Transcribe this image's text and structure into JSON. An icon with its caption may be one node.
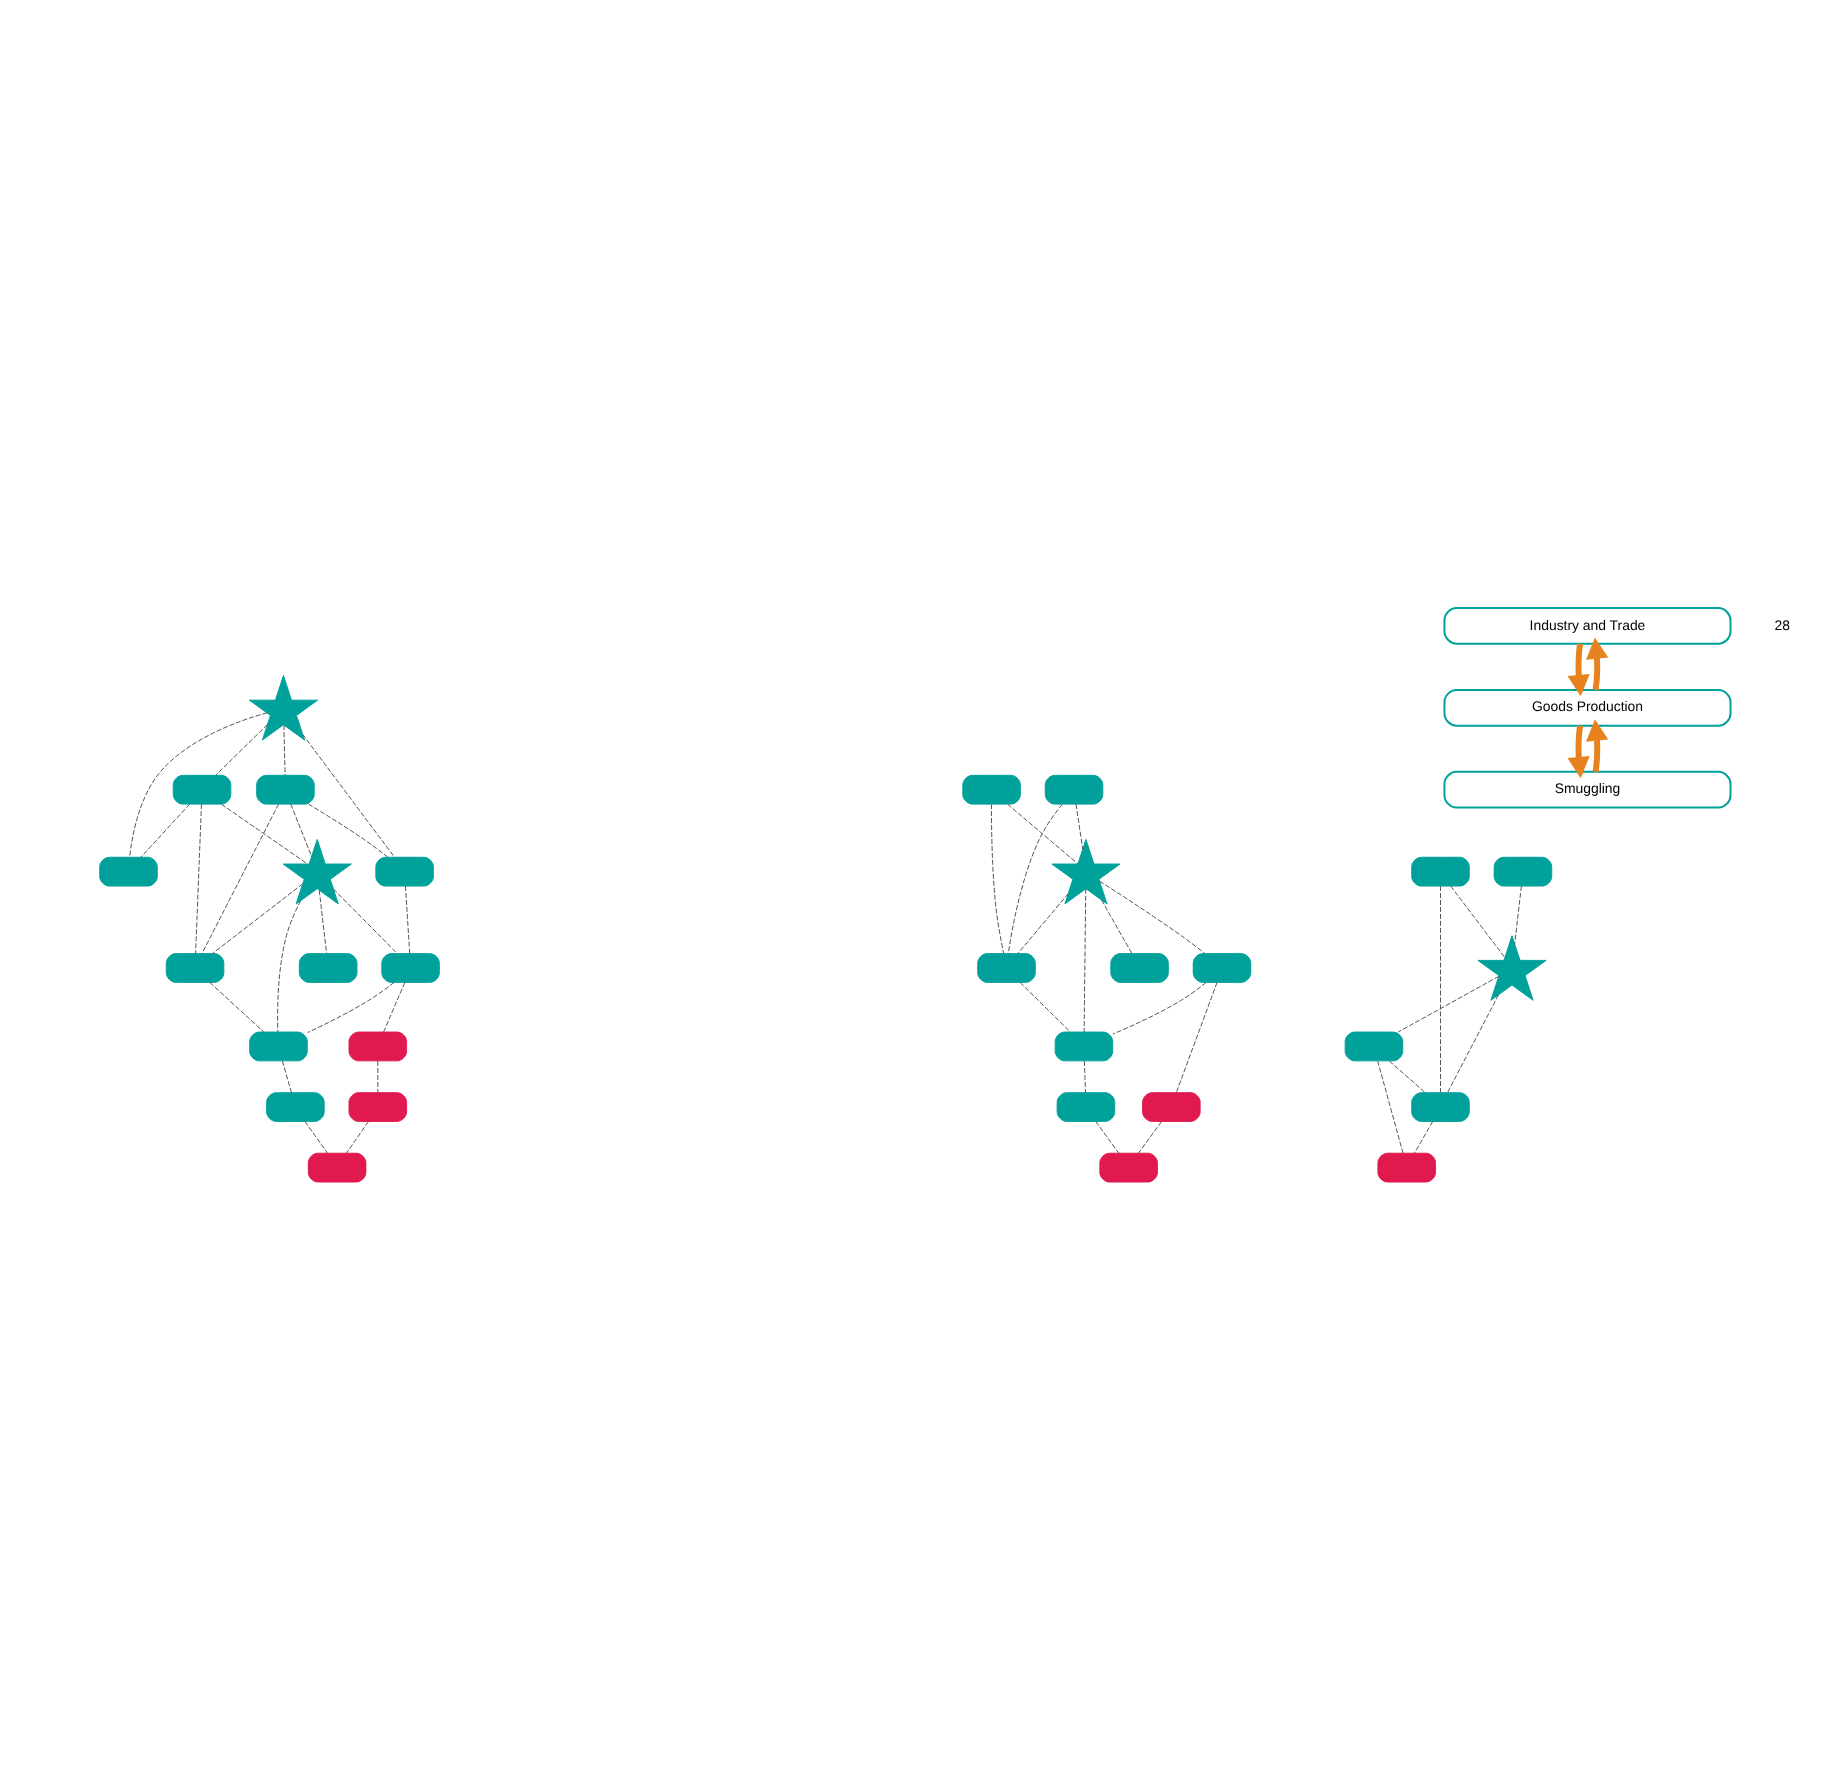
{
  "diagram": {
    "nodes": [
      {
        "text": [
          "Industry and Trade"
        ]
      },
      {
        "text": [],
        "shape": "star"
      },
      {
        "text": [],
        "shape": "box"
      },
      {
        "text": [],
        "shape": "box"
      },
      {
        "text": [],
        "shape": "box"
      },
      {
        "text": [],
        "shape": "star"
      },
      {
        "text": [],
        "shape": "box"
      },
      {
        "text": [],
        "shape": "box"
      },
      {
        "text": [],
        "shape": "box"
      },
      {
        "text": [],
        "shape": "box"
      },
      {
        "text": [],
        "shape": "box"
      },
      {
        "text": [],
        "shape": "box"
      },
      {
        "text": [],
        "shape": "box"
      },
      {
        "text": [],
        "shape": "box"
      },
      {
        "text": [],
        "shape": "box"
      },
      {
        "text": [
          "Goods Production"
        ]
      },
      {
        "text": [],
        "shape": "box"
      },
      {
        "text": [],
        "shape": "box"
      },
      {
        "text": [],
        "shape": "star"
      },
      {
        "text": [],
        "shape": "box"
      },
      {
        "text": [],
        "shape": "box"
      },
      {
        "text": [],
        "shape": "box"
      },
      {
        "text": [],
        "shape": "box"
      },
      {
        "text": [],
        "shape": "box"
      },
      {
        "text": [],
        "shape": "box"
      },
      {
        "text": [],
        "shape": "box"
      },
      {
        "text": [
          "Smuggling"
        ]
      },
      {
        "text": [],
        "shape": "box"
      },
      {
        "text": [],
        "shape": "star"
      },
      {
        "text": [],
        "shape": "box"
      },
      {
        "text": [],
        "shape": "box"
      },
      {
        "text": [],
        "shape": "box"
      },
      {
        "text": [],
        "shape": "box"
      }
    ],
    "edges": [
      {
        "from": 0,
        "to": 15,
        "arrow": "to",
        "style": "thick",
        "color": "#e8821e"
      },
      {
        "from": 15,
        "to": 0,
        "arrow": "to",
        "style": "thick",
        "color": "#e8821e"
      },
      {
        "from": 15,
        "to": 26,
        "arrow": "to",
        "style": "thick",
        "color": "#e8821e"
      },
      {
        "from": 26,
        "to": 15,
        "arrow": "to",
        "style": "thick",
        "color": "#e8821e"
      },
      {
        "from": 1,
        "to": 2,
        "arrow": "none",
        "style": "dashed"
      },
      {
        "from": 1,
        "to": 3,
        "arrow": "none",
        "style": "dashed"
      },
      {
        "from": 1,
        "to": 6,
        "arrow": "none",
        "style": "dashed"
      },
      {
        "from": 1,
        "to": 7,
        "arrow": "none",
        "style": "dashed"
      },
      {
        "from": 3,
        "to": 2,
        "arrow": "none",
        "style": "dashed"
      },
      {
        "from": 2,
        "to": 4,
        "arrow": "none",
        "style": "dashed"
      },
      {
        "from": 3,
        "to": 5,
        "arrow": "none",
        "style": "dashed"
      },
      {
        "from": 3,
        "to": 9,
        "arrow": "none",
        "style": "dashed"
      },
      {
        "from": 6,
        "to": 5,
        "arrow": "none",
        "style": "dashed"
      },
      {
        "from": 6,
        "to": 7,
        "arrow": "none",
        "style": "dashed"
      },
      {
        "from": 6,
        "to": 9,
        "arrow": "none",
        "style": "dashed"
      },
      {
        "from": 5,
        "to": 4,
        "arrow": "none",
        "style": "dashed"
      },
      {
        "from": 5,
        "to": 9,
        "arrow": "none",
        "style": "dashed"
      },
      {
        "from": 5,
        "to": 10,
        "arrow": "none",
        "style": "dashed"
      },
      {
        "from": 5,
        "to": 11,
        "arrow": "none",
        "style": "dashed"
      },
      {
        "from": 4,
        "to": 10,
        "arrow": "none",
        "style": "dashed"
      },
      {
        "from": 9,
        "to": 10,
        "arrow": "none",
        "style": "dashed"
      },
      {
        "from": 10,
        "to": 8,
        "arrow": "none",
        "style": "dashed"
      },
      {
        "from": 4,
        "to": 12,
        "arrow": "none",
        "style": "dashed"
      },
      {
        "from": 8,
        "to": 14,
        "arrow": "none",
        "style": "dashed"
      },
      {
        "from": 12,
        "to": 13,
        "arrow": "none",
        "style": "dashed"
      },
      {
        "from": 13,
        "to": 14,
        "arrow": "none",
        "style": "dashed"
      },
      {
        "from": 16,
        "to": 18,
        "arrow": "none",
        "style": "dashed"
      },
      {
        "from": 16,
        "to": 21,
        "arrow": "none",
        "style": "dashed"
      },
      {
        "from": 17,
        "to": 18,
        "arrow": "none",
        "style": "dashed"
      },
      {
        "from": 17,
        "to": 21,
        "arrow": "none",
        "style": "dashed"
      },
      {
        "from": 18,
        "to": 19,
        "arrow": "none",
        "style": "dashed"
      },
      {
        "from": 18,
        "to": 21,
        "arrow": "none",
        "style": "dashed"
      },
      {
        "from": 18,
        "to": 22,
        "arrow": "none",
        "style": "dashed"
      },
      {
        "from": 18,
        "to": 23,
        "arrow": "none",
        "style": "dashed"
      },
      {
        "from": 19,
        "to": 23,
        "arrow": "none",
        "style": "dashed"
      },
      {
        "from": 19,
        "to": 24,
        "arrow": "none",
        "style": "dashed"
      },
      {
        "from": 21,
        "to": 23,
        "arrow": "none",
        "style": "dashed"
      },
      {
        "from": 23,
        "to": 20,
        "arrow": "none",
        "style": "dashed"
      },
      {
        "from": 20,
        "to": 25,
        "arrow": "none",
        "style": "dashed"
      },
      {
        "from": 24,
        "to": 25,
        "arrow": "none",
        "style": "dashed"
      },
      {
        "from": 27,
        "to": 28,
        "arrow": "none",
        "style": "dashed"
      },
      {
        "from": 28,
        "to": 29,
        "arrow": "none",
        "style": "dashed"
      },
      {
        "from": 30,
        "to": 28,
        "arrow": "none",
        "style": "dashed"
      },
      {
        "from": 28,
        "to": 31,
        "arrow": "none",
        "style": "dashed"
      },
      {
        "from": 29,
        "to": 31,
        "arrow": "none",
        "style": "dashed"
      },
      {
        "from": 29,
        "to": 32,
        "arrow": "none",
        "style": "dashed"
      },
      {
        "from": 30,
        "to": 31,
        "arrow": "none",
        "style": "dashed"
      },
      {
        "from": 31,
        "to": 32,
        "arrow": "none",
        "style": "dashed"
      }
    ],
    "labels": [
      "28"
    ]
  }
}
